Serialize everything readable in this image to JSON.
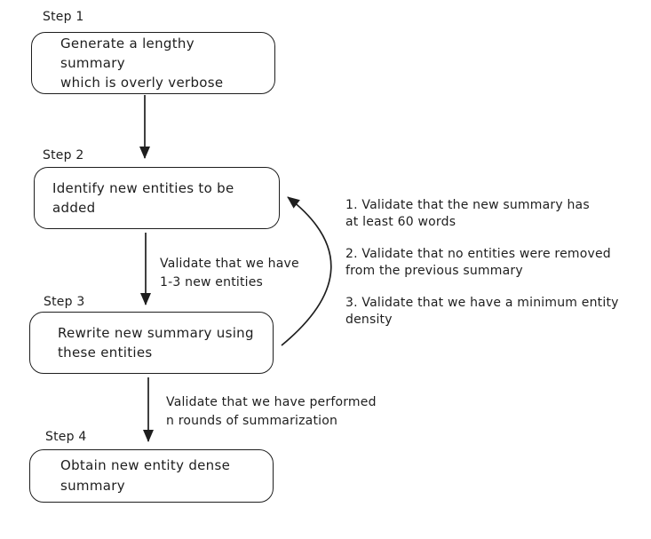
{
  "diagram": {
    "kind": "flowchart",
    "background": "#ffffff",
    "stroke_color": "#1e1e1e"
  },
  "steps": [
    {
      "label": "Step 1",
      "text": "Generate a lengthy summary\nwhich is overly verbose"
    },
    {
      "label": "Step 2",
      "text": "Identify new entities to be\nadded"
    },
    {
      "label": "Step 3",
      "text": "Rewrite new summary using\nthese entities"
    },
    {
      "label": "Step 4",
      "text": "Obtain new entity dense\nsummary"
    }
  ],
  "edges": [
    {
      "from": "Step 1",
      "to": "Step 2",
      "label": ""
    },
    {
      "from": "Step 2",
      "to": "Step 3",
      "label": "Validate that we have\n1-3 new entities"
    },
    {
      "from": "Step 3",
      "to": "Step 4",
      "label": "Validate that we have performed\nn rounds of summarization"
    },
    {
      "from": "Step 3",
      "to": "Step 2",
      "label": ""
    }
  ],
  "validations": [
    "1. Validate that the new summary has\nat least 60 words",
    "2. Validate that no entities were removed\nfrom the previous summary",
    "3. Validate that we have a minimum entity\ndensity"
  ]
}
